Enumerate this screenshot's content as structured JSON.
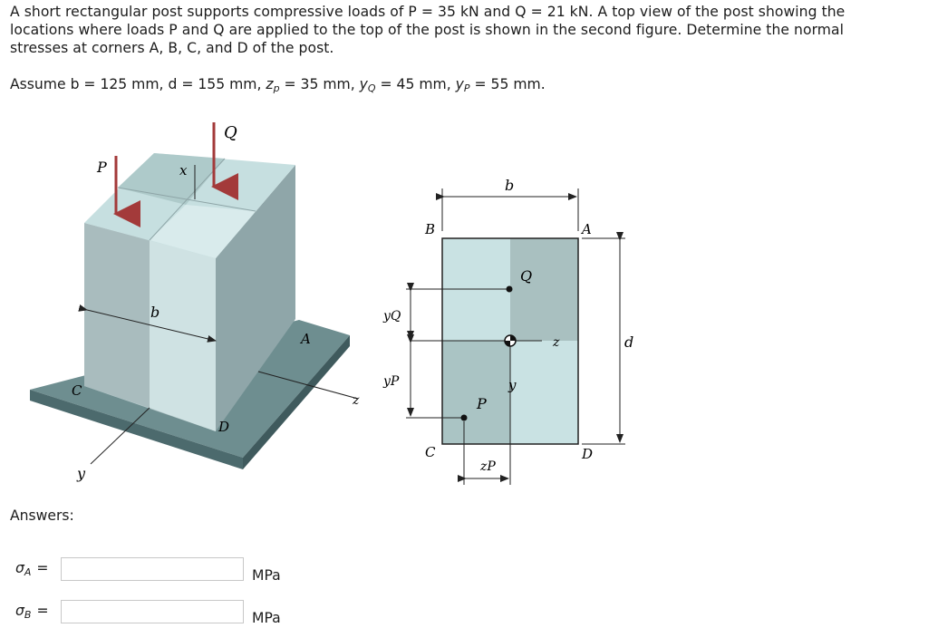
{
  "problem": {
    "line1": "A short rectangular post supports compressive loads of P = 35 kN and Q = 21 kN. A top view of the post showing the",
    "line2": "locations where loads P and Q are applied to the top of the post is shown in the second figure. Determine the normal",
    "line3": "stresses at corners A, B, C, and D of the post."
  },
  "assume": {
    "prefix": "Assume",
    "b": "b = 125 mm,",
    "d": "d = 155 mm,",
    "zp": "= 35 mm,",
    "yq": "= 45 mm,",
    "yp": "= 55 mm."
  },
  "figure": {
    "iso_labels": {
      "P": "P",
      "Q": "Q",
      "x": "x",
      "b": "b",
      "A": "A",
      "C": "C",
      "D": "D",
      "y": "y",
      "z": "z"
    },
    "top_labels": {
      "b": "b",
      "B": "B",
      "A": "A",
      "Q": "Q",
      "z": "z",
      "d": "d",
      "yQ": "yQ",
      "yP": "yP",
      "y": "y",
      "P": "P",
      "C": "C",
      "D": "D",
      "zP": "zP"
    },
    "colors": {
      "light": "#c6dfe0",
      "mid": "#a9c0c0",
      "dark": "#7f9aa0",
      "base": "#6b8a8d",
      "arrow": "#a33a3a"
    }
  },
  "answers": {
    "label": "Answers:",
    "rows": [
      {
        "sigma": "σ",
        "sub": "A",
        "eq": "=",
        "value": "",
        "unit": "MPa"
      },
      {
        "sigma": "σ",
        "sub": "B",
        "eq": "=",
        "value": "",
        "unit": "MPa"
      }
    ]
  }
}
